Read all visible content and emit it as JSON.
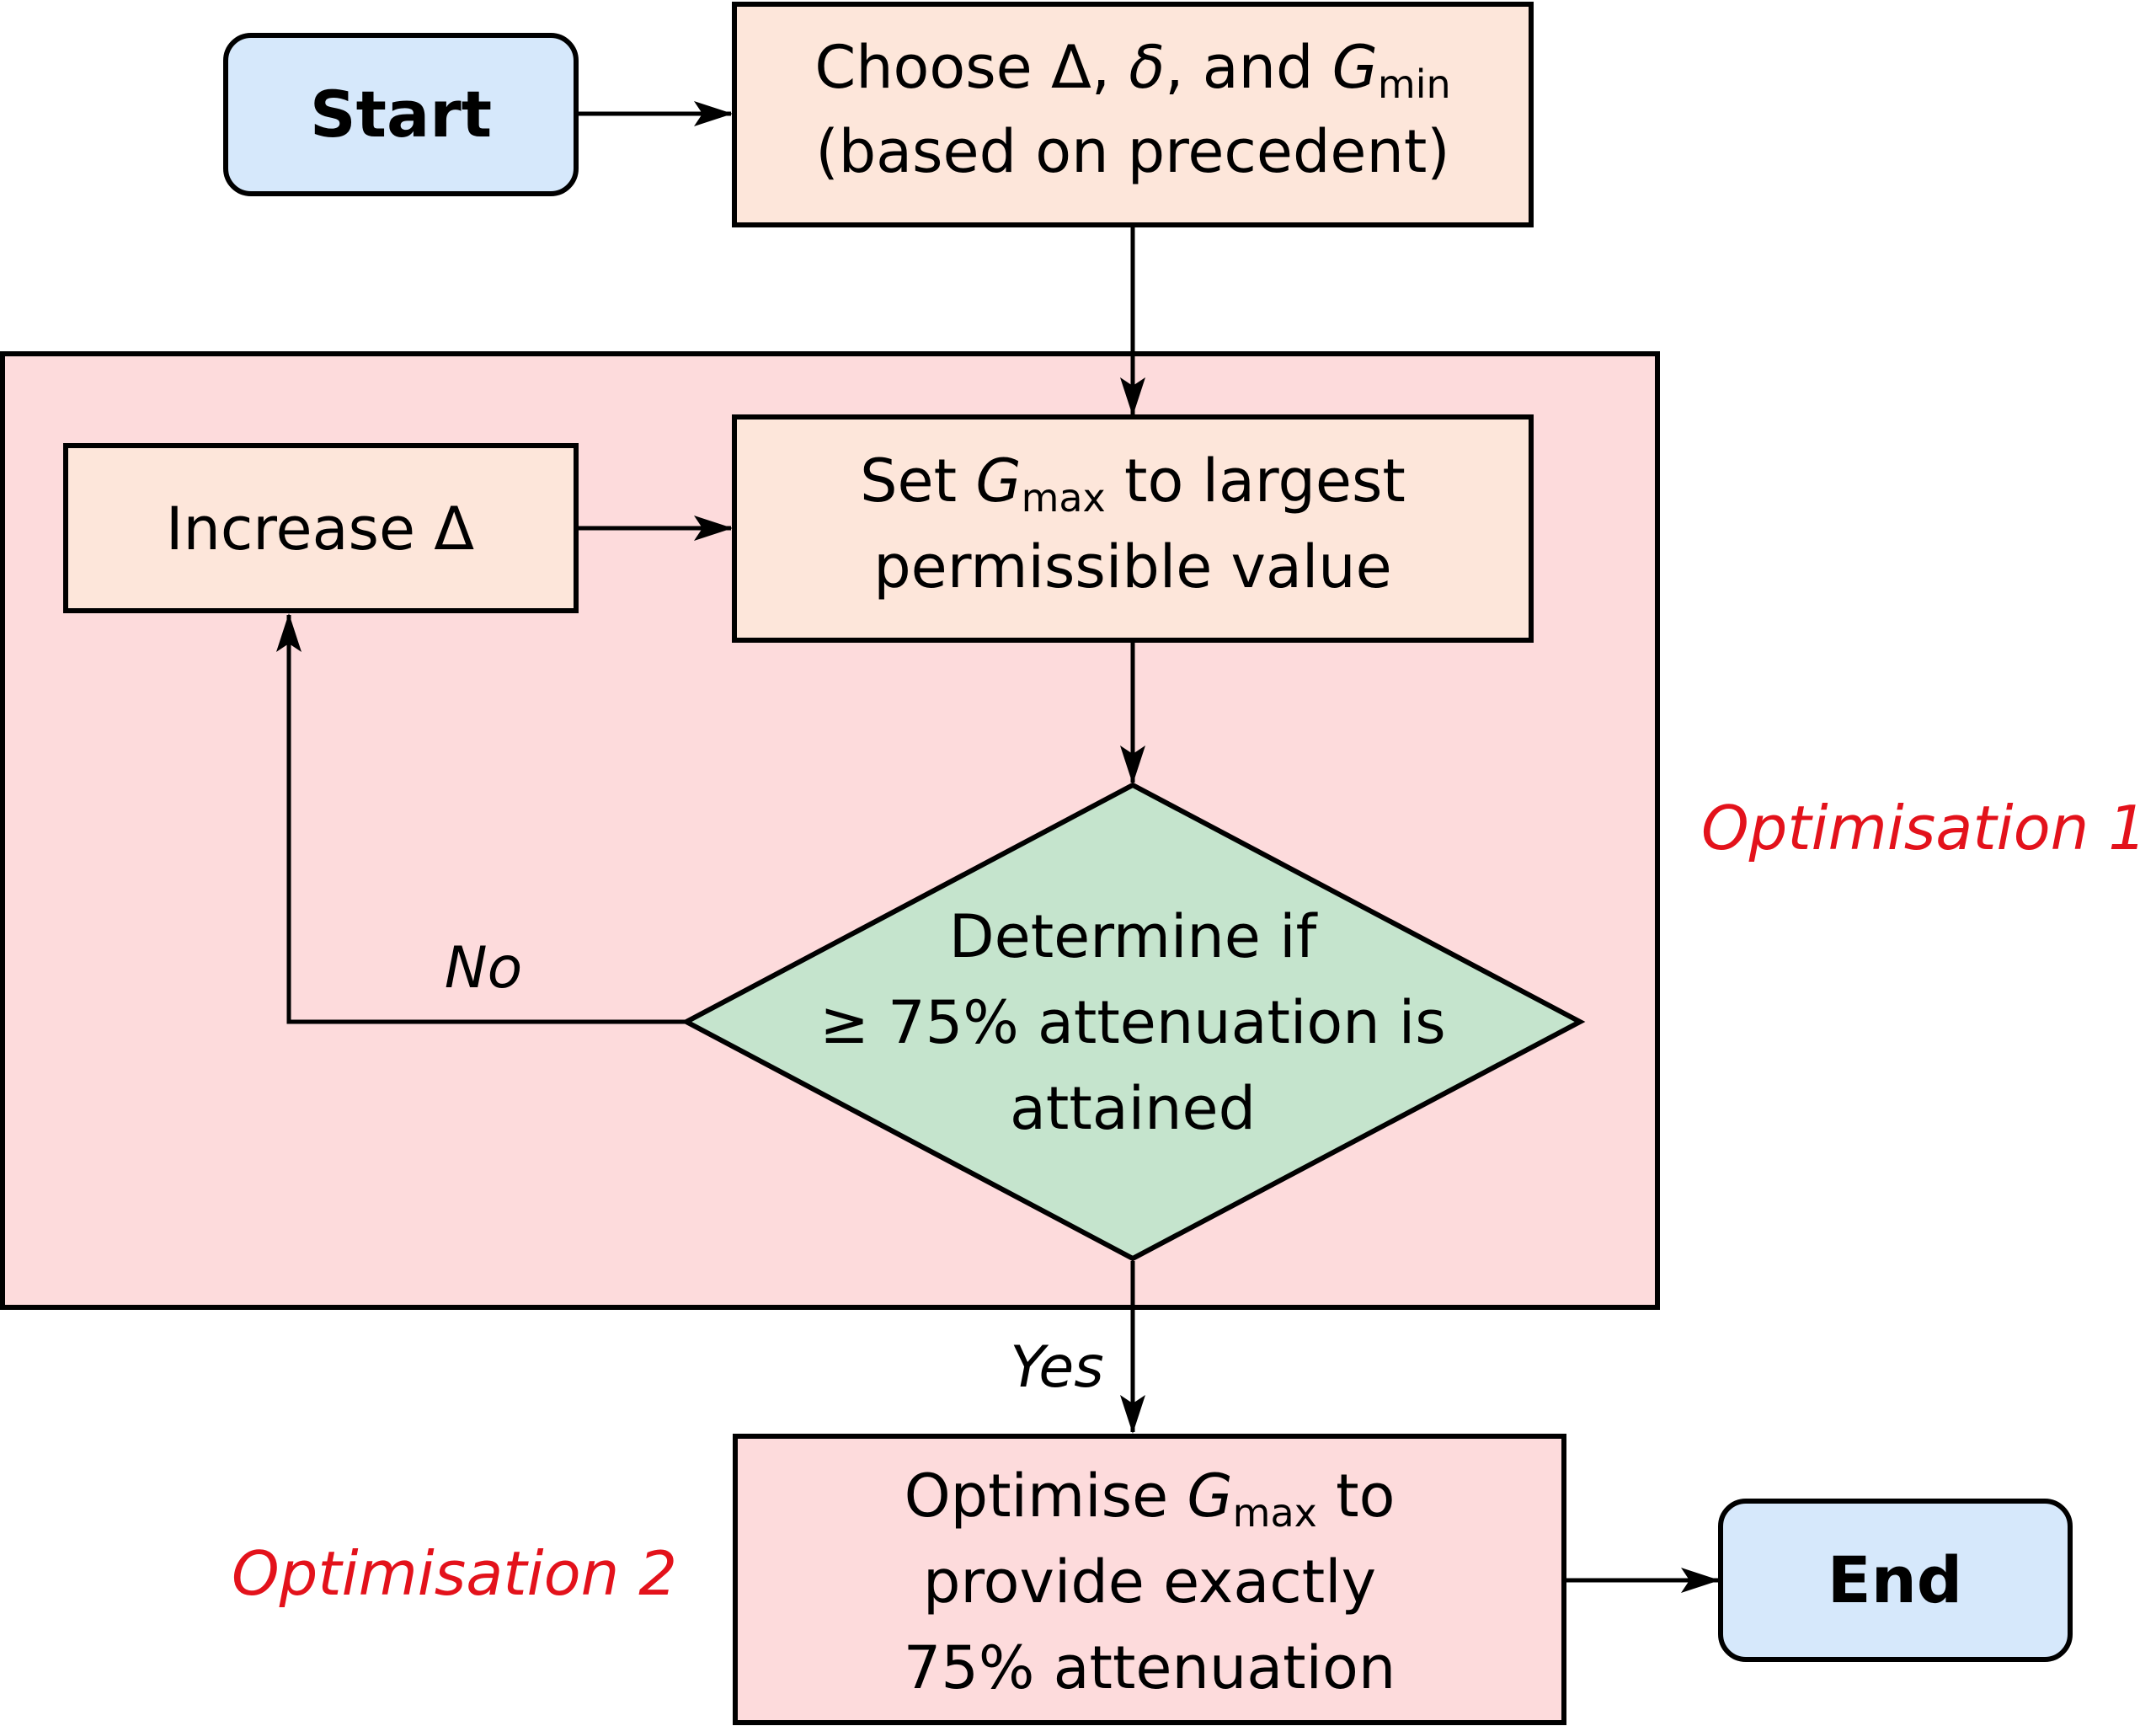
{
  "colors": {
    "terminal_fill": "#d6e8fb",
    "process_fill": "#fde6da",
    "group_fill": "#fddbdc",
    "decision_fill": "#c5e4cd",
    "annotation_text": "#e3121b",
    "line": "#000000"
  },
  "nodes": {
    "start": {
      "label": "Start"
    },
    "choose": {
      "line1_prefix": "Choose Δ, ",
      "delta_symbol": "δ",
      "line1_mid": ", and ",
      "g_symbol": "G",
      "g_subscript": "min",
      "line2": "(based on precedent)"
    },
    "set_gmax": {
      "line1_prefix": "Set ",
      "g_symbol": "G",
      "g_subscript": "max",
      "line1_suffix": " to largest",
      "line2": "permissible value"
    },
    "increase": {
      "label": "Increase Δ"
    },
    "decision": {
      "line1": "Determine if",
      "line2": "≥ 75% attenuation is",
      "line3": "attained"
    },
    "optimise": {
      "line1_prefix": "Optimise ",
      "g_symbol": "G",
      "g_subscript": "max",
      "line1_suffix": " to",
      "line2": "provide exactly",
      "line3": "75% attenuation"
    },
    "end": {
      "label": "End"
    }
  },
  "edge_labels": {
    "no": "No",
    "yes": "Yes"
  },
  "annotations": {
    "optimisation_1": "Optimisation 1",
    "optimisation_2": "Optimisation 2"
  }
}
